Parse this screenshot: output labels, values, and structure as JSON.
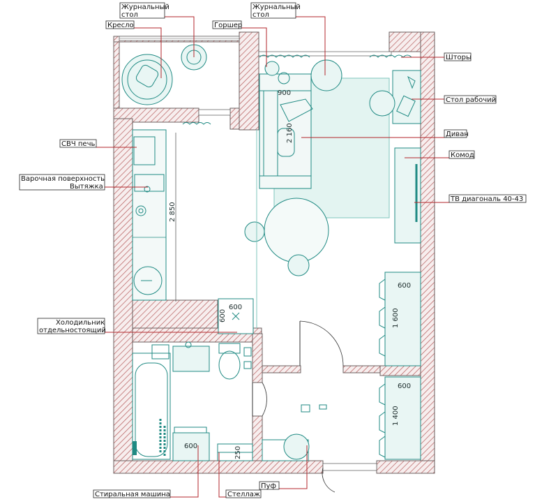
{
  "labels": {
    "coffee_table_top": "Журнальный\nстол",
    "armchair": "Кресло",
    "coffee_table_mid": "Журнальный\nстол",
    "planter": "Горшер",
    "curtains": "Шторы",
    "desk": "Стол рабочий",
    "sofa": "Диван",
    "dresser": "Комод",
    "tv": "ТВ диагональ 40-43",
    "microwave": "СВЧ печь",
    "hob_hood": "Варочная поверхность\nВытяжка",
    "fridge": "Холодильник\nотдельностоящий",
    "washer": "Стиральная машина",
    "shelf": "Стеллаж",
    "pouf": "Пуф"
  },
  "dimensions": {
    "sofa_width": "900",
    "sofa_length": "2 160",
    "kitchen_length": "2 850",
    "fridge_w": "600",
    "fridge_d": "600",
    "wardrobe1_w": "600",
    "wardrobe1_l": "1 600",
    "wardrobe2_w": "600",
    "wardrobe2_l": "1 400",
    "washer_w": "600",
    "shelf_w": "250"
  },
  "colors": {
    "wall_hatch": "#b55a5a",
    "furniture": "#1f8a83",
    "leader": "#b3262b"
  }
}
